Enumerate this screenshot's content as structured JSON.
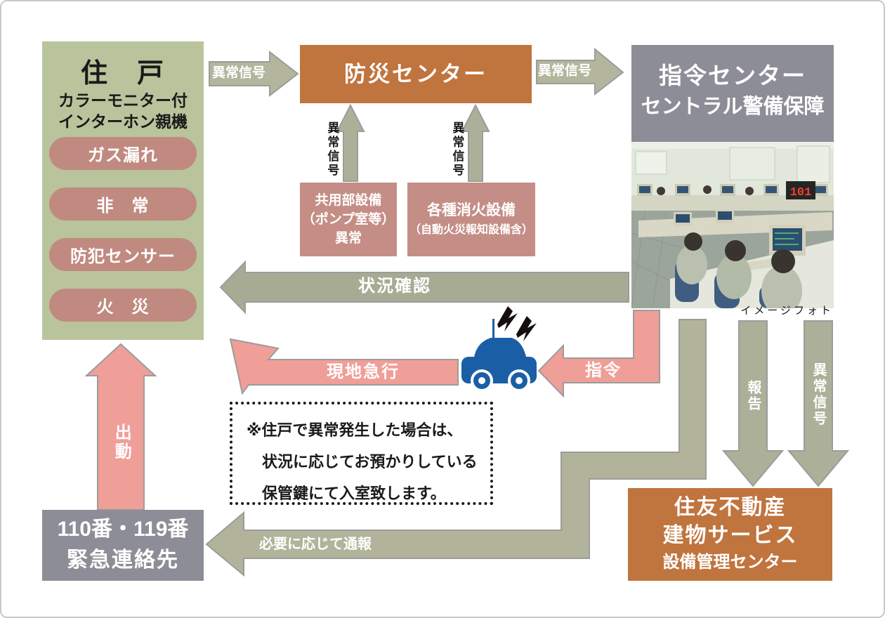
{
  "colors": {
    "box_green": "#b9c49c",
    "pill_rose": "#c08a80",
    "box_rose": "#c48e86",
    "box_orange": "#c0743e",
    "box_gray": "#8d8d97",
    "arrow_olive": "#adb098",
    "arrow_pink": "#f09e98",
    "car_blue": "#1a5fa5",
    "led_red": "#ff2d1f"
  },
  "house": {
    "title": "住　戸",
    "subtitle1": "カラーモニター付",
    "subtitle2": "インターホン親機",
    "pills": [
      "ガス漏れ",
      "非　常",
      "防犯センサー",
      "火　災"
    ]
  },
  "bousai_center": {
    "label": "防災センター"
  },
  "shirei_center": {
    "line1": "指令センター",
    "line2": "セントラル警備保障"
  },
  "photo": {
    "caption": "イメージフォト",
    "led_text": "101"
  },
  "equipment1": {
    "line1": "共用部設備",
    "line2": "（ポンプ室等）",
    "line3": "異常"
  },
  "equipment2": {
    "line1": "各種消火設備",
    "line2": "（自動火災報知設備含）"
  },
  "arrows": {
    "signal_house_to_bousai": "異常信号",
    "signal_bousai_to_shirei": "異常信号",
    "signal_up_left": "異常信号",
    "signal_up_right": "異常信号",
    "status_check": "状況確認",
    "rush_to_site": "現地急行",
    "command": "指令",
    "report": "報告",
    "signal_down": "異常信号",
    "notify_as_needed": "必要に応じて通報",
    "dispatch": "出動"
  },
  "note": {
    "line1": "※住戸で異常発生した場合は、",
    "line2": "状況に応じてお預かりしている",
    "line3": "保管鍵にて入室致します。"
  },
  "sumitomo": {
    "line1": "住友不動産",
    "line2": "建物サービス",
    "line3": "設備管理センター"
  },
  "emergency": {
    "line1": "110番・119番",
    "line2": "緊急連絡先"
  }
}
